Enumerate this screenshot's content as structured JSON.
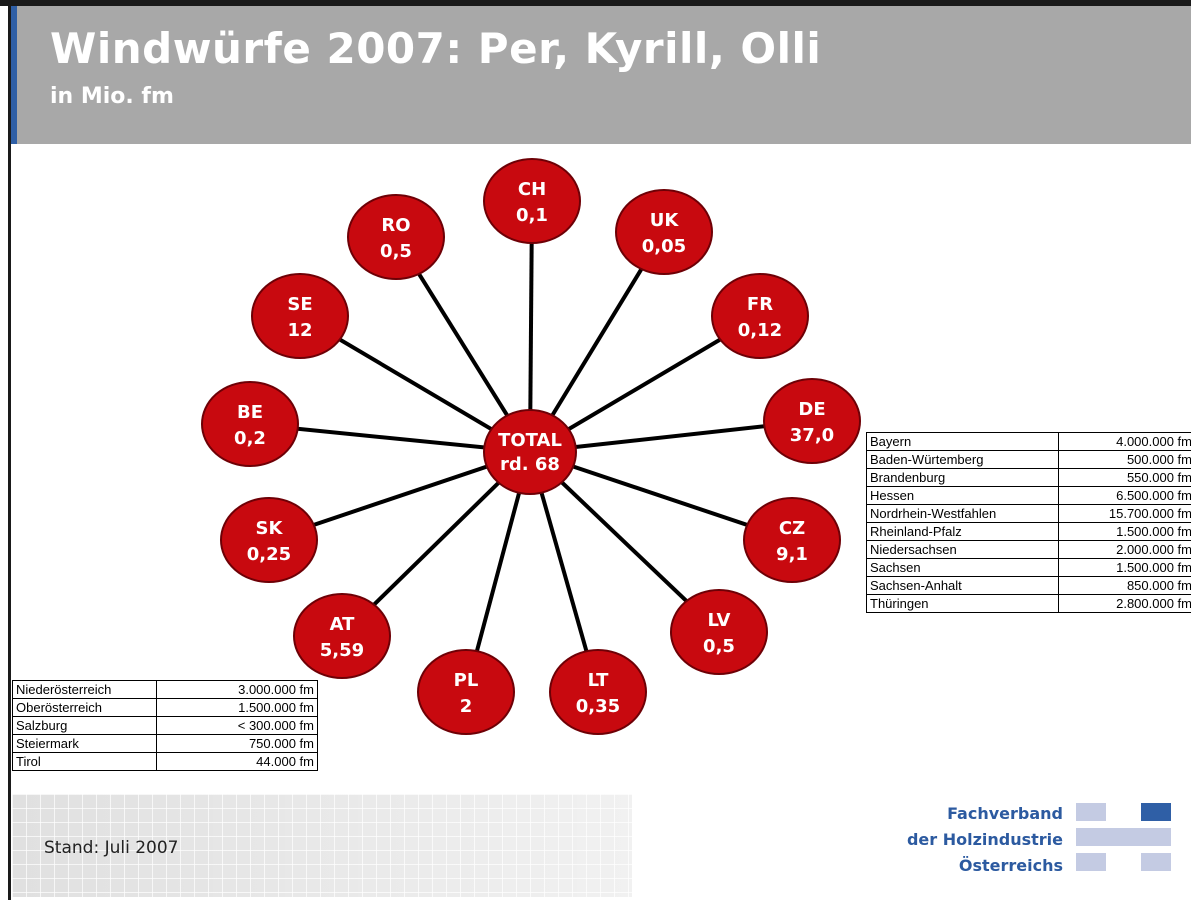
{
  "header": {
    "title": "Windwürfe 2007: Per, Kyrill, Olli",
    "subtitle": "in Mio. fm"
  },
  "diagram": {
    "center": {
      "line1": "TOTAL",
      "line2": "rd. 68"
    },
    "nodes": [
      {
        "id": "ch",
        "code": "CH",
        "value": "0,1"
      },
      {
        "id": "uk",
        "code": "UK",
        "value": "0,05"
      },
      {
        "id": "fr",
        "code": "FR",
        "value": "0,12"
      },
      {
        "id": "de",
        "code": "DE",
        "value": "37,0"
      },
      {
        "id": "cz",
        "code": "CZ",
        "value": "9,1"
      },
      {
        "id": "lv",
        "code": "LV",
        "value": "0,5"
      },
      {
        "id": "lt",
        "code": "LT",
        "value": "0,35"
      },
      {
        "id": "pl",
        "code": "PL",
        "value": "2"
      },
      {
        "id": "at",
        "code": "AT",
        "value": "5,59"
      },
      {
        "id": "sk",
        "code": "SK",
        "value": "0,25"
      },
      {
        "id": "be",
        "code": "BE",
        "value": "0,2"
      },
      {
        "id": "se",
        "code": "SE",
        "value": "12"
      },
      {
        "id": "ro",
        "code": "RO",
        "value": "0,5"
      }
    ]
  },
  "de_table": [
    {
      "region": "Bayern",
      "value": "4.000.000 fm"
    },
    {
      "region": "Baden-Würtemberg",
      "value": "500.000 fm"
    },
    {
      "region": "Brandenburg",
      "value": "550.000 fm"
    },
    {
      "region": "Hessen",
      "value": "6.500.000 fm"
    },
    {
      "region": "Nordrhein-Westfahlen",
      "value": "15.700.000 fm"
    },
    {
      "region": "Rheinland-Pfalz",
      "value": "1.500.000 fm"
    },
    {
      "region": "Niedersachsen",
      "value": "2.000.000 fm"
    },
    {
      "region": "Sachsen",
      "value": "1.500.000 fm"
    },
    {
      "region": "Sachsen-Anhalt",
      "value": "850.000 fm"
    },
    {
      "region": "Thüringen",
      "value": "2.800.000 fm"
    }
  ],
  "at_table": [
    {
      "region": "Niederösterreich",
      "value": "3.000.000 fm"
    },
    {
      "region": "Oberösterreich",
      "value": "1.500.000 fm"
    },
    {
      "region": "Salzburg",
      "value": "< 300.000 fm"
    },
    {
      "region": "Steiermark",
      "value": "750.000 fm"
    },
    {
      "region": "Tirol",
      "value": "44.000 fm"
    }
  ],
  "footer": {
    "stand": "Stand: Juli 2007",
    "logo": {
      "line1": "Fachverband",
      "line2": "der Holzindustrie",
      "line3": "Österreichs"
    }
  },
  "colors": {
    "node_fill": "#c8090f",
    "node_stroke": "#6e0006",
    "header_bg": "#a8a8a8",
    "accent_blue": "#2f5fa6",
    "logo_light": "#c4cbe3",
    "logo_dark": "#2f5fa6"
  }
}
